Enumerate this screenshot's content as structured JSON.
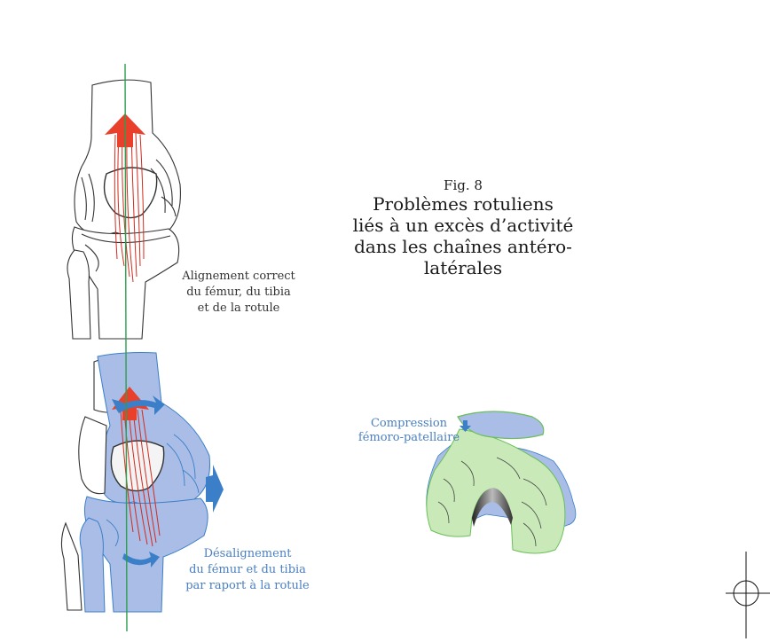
{
  "figure": {
    "fig_label": "Fig. 8",
    "title": "Problèmes rotuliens\nliés à un excès d’activité\ndans les chaînes antéro-latérales"
  },
  "captions": {
    "correct": "Alignement correct\ndu fémur, du tibia\net de la rotule",
    "misaligned": "Désalignement\ndu fémur et du tibia\npar raport à la rotule",
    "compression": "Compression\nfémoro-patellaire"
  },
  "colors": {
    "outline": "#333333",
    "red_arrow": "#e8402a",
    "red_fiber": "#d52a1e",
    "blue_fill": "#a9bde6",
    "blue_arrow": "#3b7fc8",
    "blue_text": "#4a7fc1",
    "green_axis": "#2e9e4f",
    "green_fill": "#c9eab8",
    "green_stroke": "#6bbf5a"
  }
}
